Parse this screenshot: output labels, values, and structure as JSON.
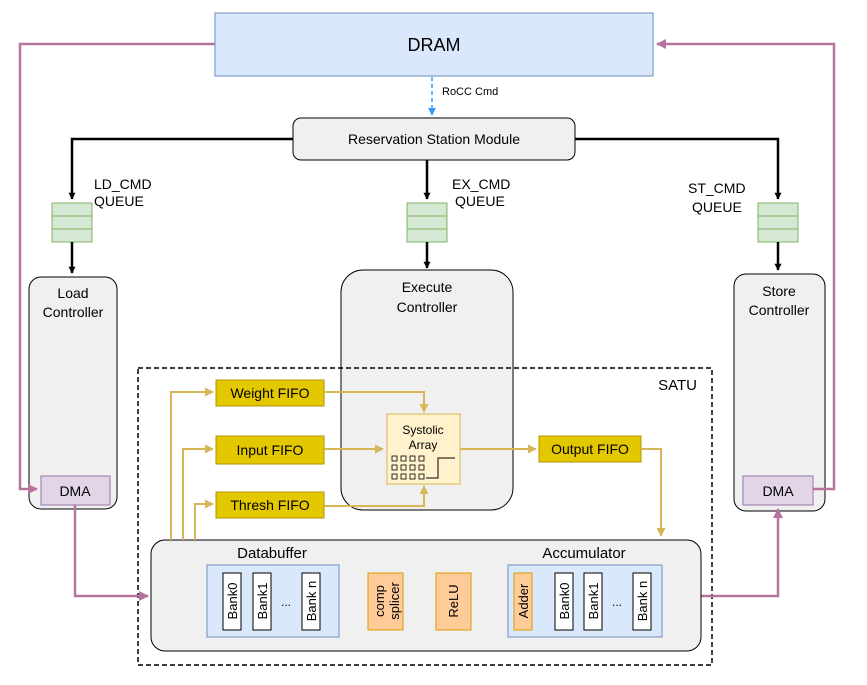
{
  "diagram": {
    "dram": "DRAM",
    "rocc_cmd": "RoCC Cmd",
    "rsm": "Reservation Station Module",
    "ld_queue": {
      "line1": "LD_CMD",
      "line2": "QUEUE"
    },
    "ex_queue": {
      "line1": "EX_CMD",
      "line2": "QUEUE"
    },
    "st_queue": {
      "line1": "ST_CMD",
      "line2": "QUEUE"
    },
    "load_ctrl": {
      "line1": "Load",
      "line2": "Controller"
    },
    "exec_ctrl": {
      "line1": "Execute",
      "line2": "Controller"
    },
    "store_ctrl": {
      "line1": "Store",
      "line2": "Controller"
    },
    "dma": "DMA",
    "satu": "SATU",
    "weight_fifo": "Weight FIFO",
    "input_fifo": "Input FIFO",
    "thresh_fifo": "Thresh FIFO",
    "output_fifo": "Output FIFO",
    "systolic": {
      "line1": "Systolic",
      "line2": "Array"
    },
    "databuffer": "Databuffer",
    "accumulator": "Accumulator",
    "bank0": "Bank0",
    "bank1": "Bank1",
    "ellipsis": "...",
    "bankn": "Bank n",
    "comp_splicer": {
      "line1": "comp",
      "line2": "splicer"
    },
    "relu": "ReLU",
    "adder": "Adder"
  },
  "colors": {
    "dram_fill": "#dae8fc",
    "dram_stroke": "#6c8ebf",
    "gray_fill": "#f0f0f0",
    "queue_fill": "#d5e8d4",
    "queue_stroke": "#82b366",
    "fifo_fill": "#e3c800",
    "fifo_stroke": "#b09500",
    "systolic_fill": "#fff2cc",
    "systolic_stroke": "#d6b656",
    "dma_fill": "#e1d5e7",
    "dma_stroke": "#9673a6",
    "orange_fill": "#ffcc99",
    "orange_stroke": "#d79b00",
    "purple_arrow": "#b5739d",
    "gold_arrow": "#d6b656",
    "blue_dash": "#3399ff"
  }
}
